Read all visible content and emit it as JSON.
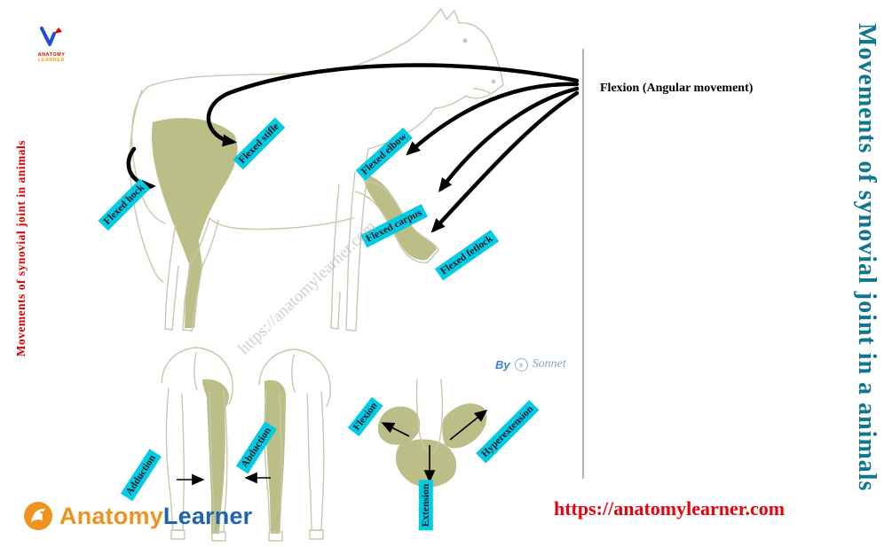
{
  "titles": {
    "left_vertical": "Movements of synovial joint in animals",
    "right_vertical": "Movements of synovial joint in a animals",
    "flexion_heading": "Flexion (Angular movement)"
  },
  "joints": {
    "hock": "Flexed hock",
    "stifle": "Flexed stifle",
    "elbow": "Flexed elbow",
    "carpus": "Flexed carpus",
    "fetlock": "Flexed fetlock"
  },
  "movements": {
    "adduction": "Adduction",
    "abduction": "Abduction",
    "flexion": "Flexion",
    "hyperextension": "Hyperextension",
    "extension": "Extension"
  },
  "branding": {
    "logo_top": {
      "line1": "ANATOMY",
      "line2": "LEARNER"
    },
    "logo_bottom": {
      "part1": "Anatomy",
      "part2": "Learner"
    },
    "website_url": "https://anatomylearner.com",
    "watermark": "https://anatomylearner.com",
    "byline": {
      "by": "By",
      "name": "Sonnet"
    }
  },
  "colors": {
    "label_background": "#00cde4",
    "left_title": "#e00000",
    "right_title": "#0e7691",
    "url_text": "#e8000d",
    "muscle_shading": "#b5b87c",
    "line_art_outline": "#c8c8ac",
    "arrow": "#000000"
  }
}
